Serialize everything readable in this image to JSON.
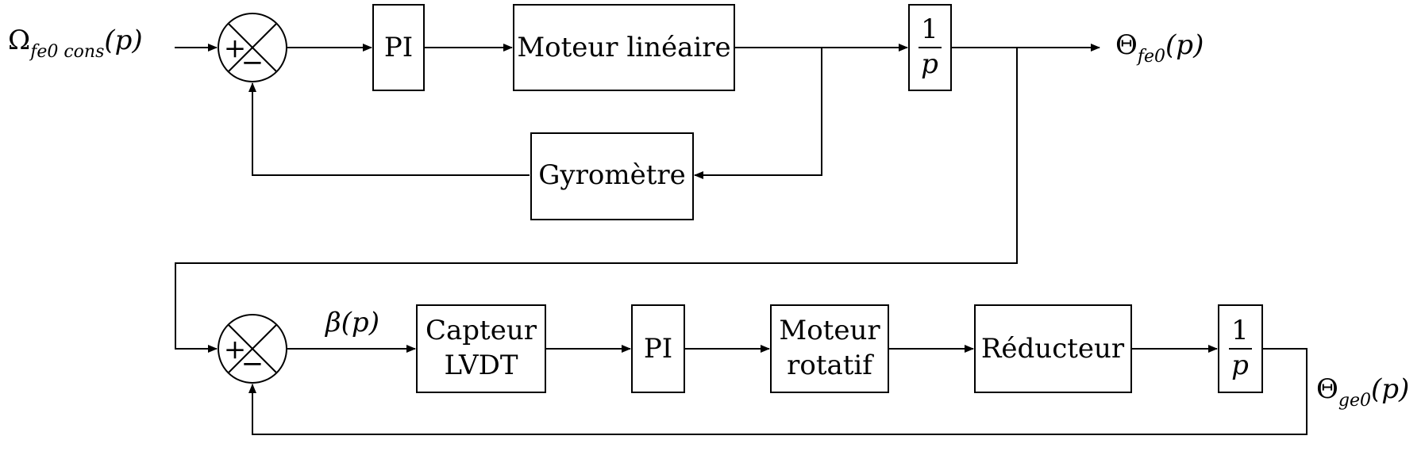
{
  "top_loop": {
    "input": {
      "main": "Ω",
      "sub": "fe0 cons",
      "arg": "(p)"
    },
    "sum_plus": "+",
    "sum_minus": "−",
    "block_pi": "PI",
    "block_motor": "Moteur linéaire",
    "block_gyro": "Gyromètre",
    "integrator": {
      "num": "1",
      "den": "p"
    },
    "output": {
      "main": "Θ",
      "sub": "fe0",
      "arg": "(p)"
    }
  },
  "bottom_loop": {
    "sum_plus": "+",
    "sum_minus": "−",
    "error_label": "β(p)",
    "block_sensor": [
      "Capteur",
      "LVDT"
    ],
    "block_pi": "PI",
    "block_motor": [
      "Moteur",
      "rotatif"
    ],
    "block_reducer": "Réducteur",
    "integrator": {
      "num": "1",
      "den": "p"
    },
    "output": {
      "main": "Θ",
      "sub": "ge0",
      "arg": "(p)"
    }
  }
}
